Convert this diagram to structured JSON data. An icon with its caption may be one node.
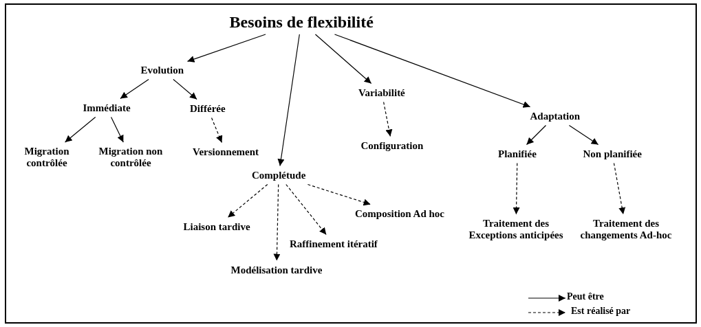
{
  "diagram": {
    "nodes": [
      {
        "text": [
          "Besoins de flexibilité"
        ]
      },
      {
        "text": [
          "Evolution"
        ]
      },
      {
        "text": [
          "Immédiate"
        ]
      },
      {
        "text": [
          "Différée"
        ]
      },
      {
        "text": [
          "Migration contrôlée"
        ]
      },
      {
        "text": [
          "Migration non contrôlée"
        ]
      },
      {
        "text": [
          "Versionnement"
        ]
      },
      {
        "text": [
          "Complétude"
        ]
      },
      {
        "text": [
          "Liaison tardive"
        ]
      },
      {
        "text": [
          "Modélisation tardive"
        ]
      },
      {
        "text": [
          "Raffinement itératif"
        ]
      },
      {
        "text": [
          "Composition Ad hoc"
        ]
      },
      {
        "text": [
          "Variabilité"
        ]
      },
      {
        "text": [
          "Configuration"
        ]
      },
      {
        "text": [
          "Adaptation"
        ]
      },
      {
        "text": [
          "Planifiée"
        ]
      },
      {
        "text": [
          "Non planifiée"
        ]
      },
      {
        "text": [
          "Traitement des Exceptions anticipées"
        ]
      },
      {
        "text": [
          "Traitement des changements Ad-hoc"
        ]
      }
    ],
    "edges": [
      {
        "from": 0,
        "to": 1,
        "arrow": "to"
      },
      {
        "from": 0,
        "to": 7,
        "arrow": "to"
      },
      {
        "from": 0,
        "to": 12,
        "arrow": "to"
      },
      {
        "from": 0,
        "to": 14,
        "arrow": "to"
      },
      {
        "from": 1,
        "to": 2,
        "arrow": "to"
      },
      {
        "from": 1,
        "to": 3,
        "arrow": "to"
      },
      {
        "from": 2,
        "to": 4,
        "arrow": "to"
      },
      {
        "from": 2,
        "to": 5,
        "arrow": "to"
      },
      {
        "from": 3,
        "to": 6,
        "arrow": "to",
        "style": "dashed"
      },
      {
        "from": 7,
        "to": 8,
        "arrow": "to",
        "style": "dashed"
      },
      {
        "from": 7,
        "to": 9,
        "arrow": "to",
        "style": "dashed"
      },
      {
        "from": 7,
        "to": 10,
        "arrow": "to",
        "style": "dashed"
      },
      {
        "from": 7,
        "to": 11,
        "arrow": "to",
        "style": "dashed"
      },
      {
        "from": 12,
        "to": 13,
        "arrow": "to",
        "style": "dashed"
      },
      {
        "from": 14,
        "to": 15,
        "arrow": "to"
      },
      {
        "from": 14,
        "to": 16,
        "arrow": "to"
      },
      {
        "from": 15,
        "to": 17,
        "arrow": "to",
        "style": "dashed"
      },
      {
        "from": 16,
        "to": 18,
        "arrow": "to",
        "style": "dashed"
      }
    ],
    "legend": [
      {
        "text": "Peut être"
      },
      {
        "text": "Est réalisé par"
      }
    ]
  }
}
